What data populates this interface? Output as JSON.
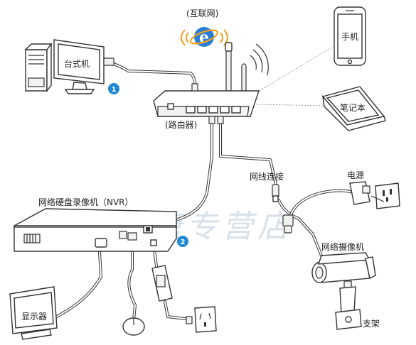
{
  "labels": {
    "internet": "(互联网)",
    "desktop": "台式机",
    "phone": "手机",
    "laptop": "笔记本",
    "router": "(路由器)",
    "nvr": "网络硬盘录像机（NVR）",
    "network_connect": "网线连接",
    "power": "电源",
    "ip_camera": "网络摄像机",
    "monitor": "显示器",
    "bracket": "支架"
  },
  "badges": {
    "badge_1": "1",
    "badge_2": "2"
  },
  "watermark": "蓝水专唐专营店",
  "colors": {
    "badge": "#1e88d2",
    "ie_blue": "#2a7fd4",
    "ie_orange": "#f0a020",
    "watermark": "#d8e0ea"
  },
  "icons": [
    "ie-icon",
    "wifi-waves-icon",
    "desktop-computer-icon",
    "phone-icon",
    "laptop-icon",
    "router-icon",
    "nvr-icon",
    "monitor-icon",
    "mouse-icon",
    "power-adapter-icon",
    "wall-outlet-icon",
    "ip-camera-icon",
    "camera-bracket-icon"
  ]
}
